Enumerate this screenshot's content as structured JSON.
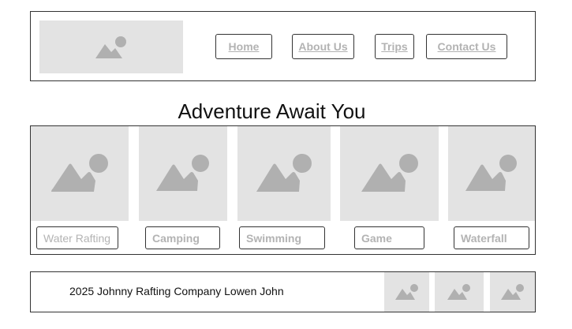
{
  "header": {
    "logo_icon": "image-placeholder-icon",
    "nav": [
      {
        "label": "Home"
      },
      {
        "label": "About Us"
      },
      {
        "label": "Trips"
      },
      {
        "label": "Contact Us"
      }
    ]
  },
  "main": {
    "title": "Adventure Await You",
    "cards": [
      {
        "label": "Water Rafting",
        "icon": "image-placeholder-icon"
      },
      {
        "label": "Camping",
        "icon": "image-placeholder-icon"
      },
      {
        "label": "Swimming",
        "icon": "image-placeholder-icon"
      },
      {
        "label": "Game",
        "icon": "image-placeholder-icon"
      },
      {
        "label": "Waterfall",
        "icon": "image-placeholder-icon"
      }
    ]
  },
  "footer": {
    "text": "2025 Johnny Rafting Company Lowen John",
    "icons": [
      "image-placeholder-icon",
      "image-placeholder-icon",
      "image-placeholder-icon"
    ]
  },
  "colors": {
    "placeholder_bg": "#e3e3e3",
    "placeholder_icon": "#b0b0b0",
    "border": "#333333",
    "button_text": "#b3b3b3"
  }
}
